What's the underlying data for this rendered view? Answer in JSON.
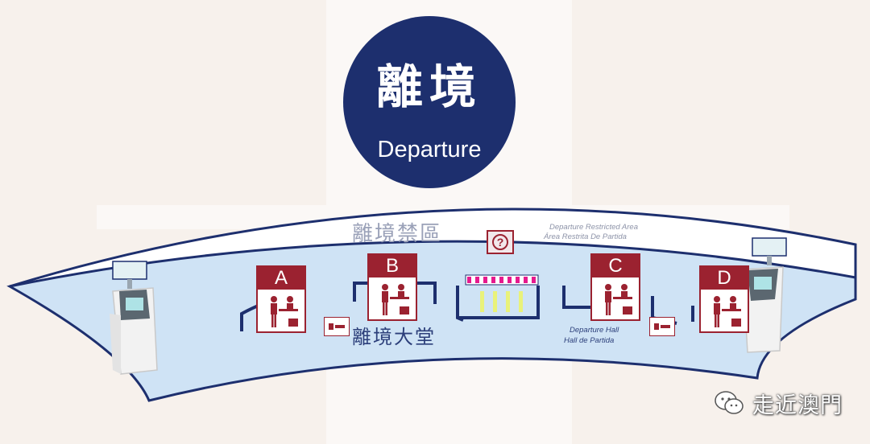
{
  "title": {
    "zh": "離境",
    "en": "Departure"
  },
  "zones": {
    "restricted_zh": "離境禁區",
    "restricted_en_1": "Departure Restricted Area",
    "restricted_en_2": "Área Restrita De Partida",
    "hall_zh": "離境大堂",
    "hall_en_1": "Departure Hall",
    "hall_en_2": "Hall de Partida"
  },
  "counters": [
    "A",
    "B",
    "C",
    "D"
  ],
  "icons": {
    "help": "question-mark-icon",
    "kiosk": "self-service-kiosk-icon",
    "checkin": "check-in-counter-icon",
    "sign": "directional-sign-icon",
    "watermark": "wechat-logo-icon"
  },
  "watermark": "走近澳門",
  "colors": {
    "navy": "#1d2f6e",
    "crimson": "#9b2230",
    "hall_blue": "#cfe3f5",
    "magenta": "#e6198f",
    "yellow": "#e9f27a"
  }
}
